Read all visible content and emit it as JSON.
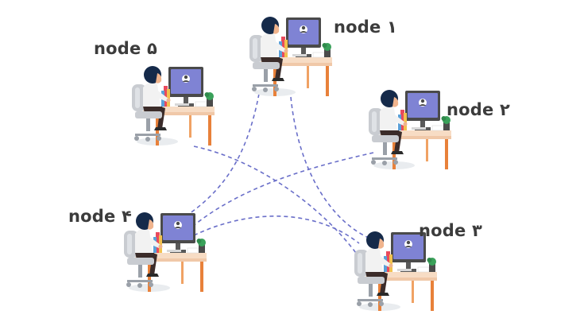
{
  "nodes": [
    {
      "label": "node ۱"
    },
    {
      "label": "node ۲"
    },
    {
      "label": "node ۳"
    },
    {
      "label": "node ۴"
    },
    {
      "label": "node ۵"
    }
  ],
  "colors": {
    "link": "#6a6fc9",
    "monitor": "#7f83d4",
    "monitor_frame": "#4a4a4a",
    "desk_top": "#f7dcc4",
    "desk_leg": "#e8813a",
    "chair": "#c9ccd1",
    "chair_dark": "#9aa0a8",
    "hair": "#152a4a",
    "skin": "#f0b48d",
    "shirt": "#f2f2f2",
    "pants": "#3b2c2a",
    "books": [
      "#e94a5c",
      "#f2c14e",
      "#5aa0d8"
    ],
    "plant": "#3aa15a",
    "pot": "#4b4b4b",
    "label": "#3c3c3c"
  },
  "icons": {
    "workstation": "person-at-computer-icon",
    "user_avatar": "user-avatar-icon"
  }
}
